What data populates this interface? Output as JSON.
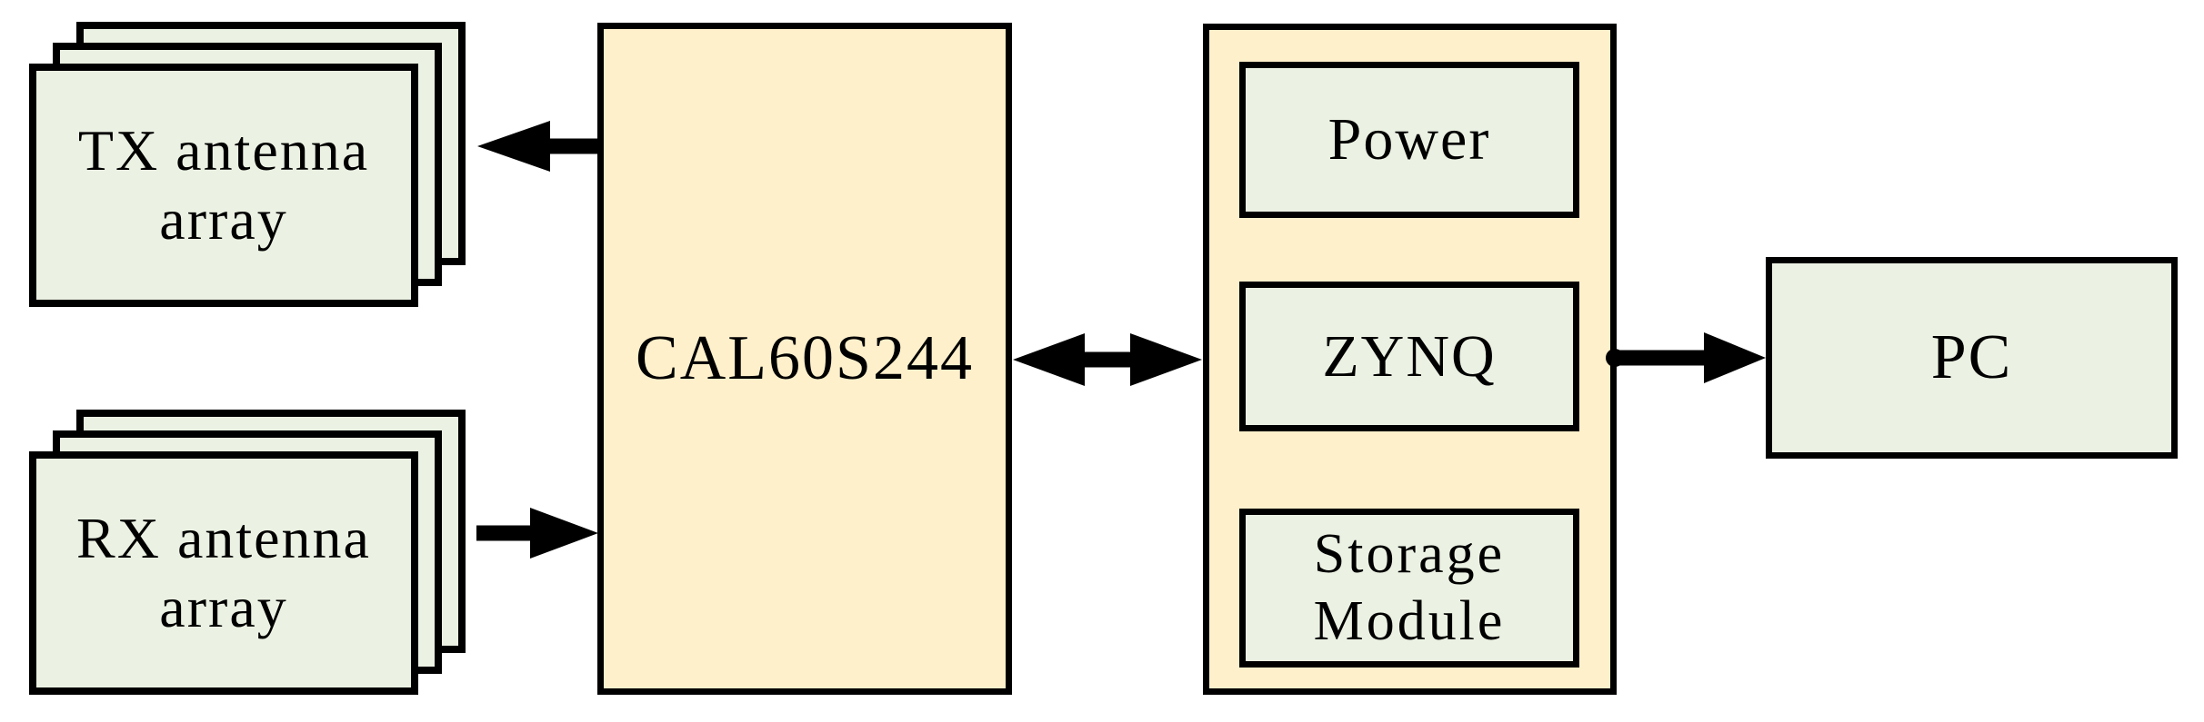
{
  "figure": {
    "type": "block-diagram",
    "background": "#ffffff",
    "colors": {
      "card_fill": "#ebf2e3",
      "panel_fill": "#fdf0cb",
      "border": "#000000",
      "arrow": "#000000",
      "text": "#000000"
    },
    "nodes": {
      "tx_array": {
        "line1": "TX antenna",
        "line2": "array",
        "stack_count": 3
      },
      "rx_array": {
        "line1": "RX antenna",
        "line2": "array",
        "stack_count": 3
      },
      "cal": {
        "label": "CAL60S244"
      },
      "power": {
        "label": "Power"
      },
      "zynq": {
        "label": "ZYNQ"
      },
      "storage": {
        "line1": "Storage",
        "line2": "Module"
      },
      "pc": {
        "label": "PC"
      }
    },
    "connections": [
      {
        "from": "cal",
        "to": "tx_array",
        "direction": "left"
      },
      {
        "from": "rx_array",
        "to": "cal",
        "direction": "right"
      },
      {
        "from": "cal",
        "to": "zynq_panel",
        "direction": "bidirectional"
      },
      {
        "from": "zynq_panel",
        "to": "pc",
        "direction": "right"
      }
    ]
  }
}
